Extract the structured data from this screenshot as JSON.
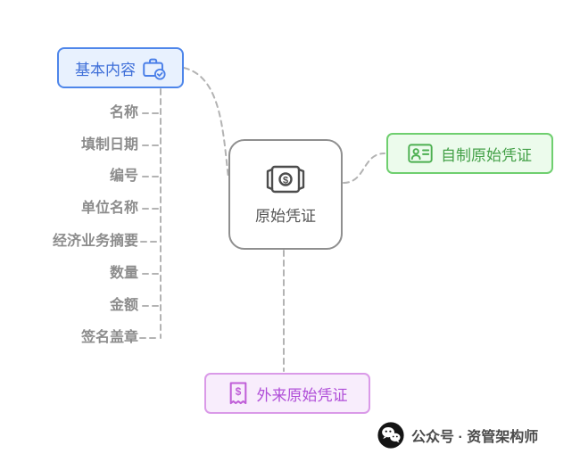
{
  "canvas": {
    "bg": "#ffffff"
  },
  "center": {
    "label": "原始凭证",
    "icon": "banknote-icon",
    "border_color": "#8f8f8f",
    "text_color": "#555555"
  },
  "basic": {
    "label": "基本内容",
    "icon": "briefcase-check-icon",
    "border_color": "#4e86ea",
    "bg": "#e8f1fe",
    "text_color": "#3d6ed8",
    "items": [
      "名称",
      "填制日期",
      "编号",
      "单位名称",
      "经济业务摘要",
      "数量",
      "金额",
      "签名盖章"
    ],
    "items_color": "#8c8c8c"
  },
  "self_made": {
    "label": "自制原始凭证",
    "icon": "id-card-icon",
    "border_color": "#6fcf6f",
    "bg": "#ecfbec",
    "text_color": "#43a047"
  },
  "external": {
    "label": "外来原始凭证",
    "icon": "receipt-dollar-icon",
    "border_color": "#da9ae8",
    "bg": "#f8edfc",
    "text_color": "#b04fd8"
  },
  "footer": {
    "label": "公众号 · 资管架构师",
    "icon": "wechat-icon",
    "text_color": "#4a4a4a"
  },
  "connector_color": "#b3b3b3"
}
